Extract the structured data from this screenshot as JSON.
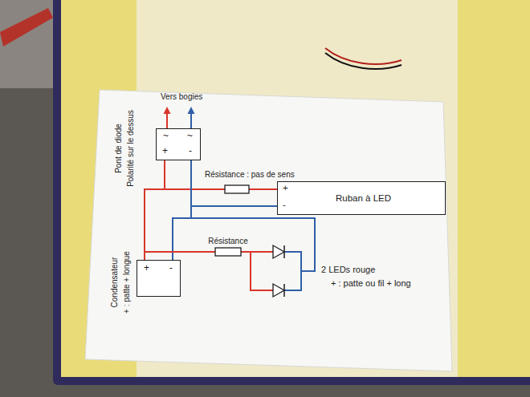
{
  "diagram": {
    "nodes": [
      {
        "text": [
          "~",
          "~",
          "+",
          "-"
        ]
      },
      {
        "text": [
          "Ruban à LED",
          "+",
          "-"
        ]
      },
      {
        "text": [
          "+",
          "-"
        ]
      }
    ],
    "edges": [
      {
        "from": 0,
        "to": 1,
        "arrow": "none"
      },
      {
        "from": 0,
        "to": 1,
        "arrow": "none"
      },
      {
        "from": 0,
        "to": 2,
        "arrow": "none"
      },
      {
        "from": 0,
        "to": 2,
        "arrow": "none"
      }
    ],
    "labels": [
      "Vers bogies",
      "Pont de diode",
      "Polarité sur le dessus",
      "Résistance : pas de sens",
      "Résistance",
      "Condensateur",
      "+ : patte + longue",
      "2 LEDs rouge",
      "+ : patte ou fil + long"
    ]
  }
}
